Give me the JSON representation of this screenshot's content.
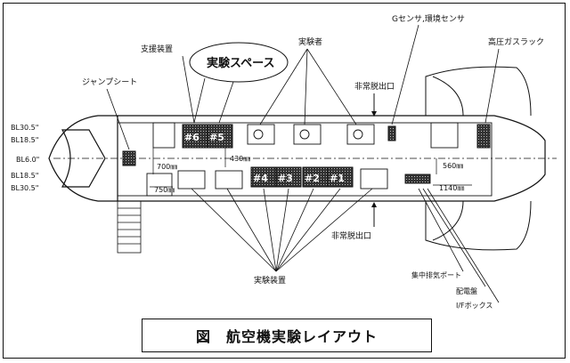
{
  "labels": {
    "jump_seat": "ジャンプシート",
    "support_device": "支援装置",
    "experiment_space": "実験スペース",
    "experimenters": "実験者",
    "g_sensor": "Gセンサ,環境センサ",
    "hp_gas_rack": "高圧ガスラック",
    "emergency_exit_top": "非常脱出口",
    "emergency_exit_bottom": "非常脱出口",
    "experiment_device": "実験装置",
    "exhaust_port": "集中排気ポート",
    "distribution_board": "配電盤",
    "if_box": "I/Fボックス"
  },
  "stations": [
    "BL30.5\"",
    "BL18.5\"",
    "BL6.0\"",
    "BL18.5\"",
    "BL30.5\""
  ],
  "dimensions": {
    "d700": "700㎜",
    "d430": "430㎜",
    "d750": "750㎜",
    "d560": "560㎜",
    "d1140": "1140㎜"
  },
  "racks": [
    "#6",
    "#5",
    "#4",
    "#3",
    "#2",
    "#1"
  ],
  "caption": "図　航空機実験レイアウト"
}
